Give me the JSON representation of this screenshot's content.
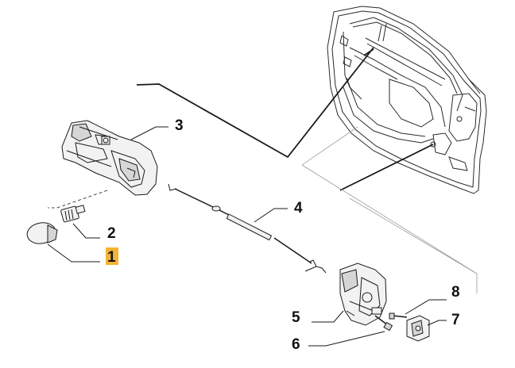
{
  "callouts": [
    {
      "id": "1",
      "label": "1",
      "highlight": true
    },
    {
      "id": "2",
      "label": "2"
    },
    {
      "id": "3",
      "label": "3"
    },
    {
      "id": "4",
      "label": "4"
    },
    {
      "id": "5",
      "label": "5"
    },
    {
      "id": "6",
      "label": "6"
    },
    {
      "id": "7",
      "label": "7"
    },
    {
      "id": "8",
      "label": "8"
    }
  ],
  "colors": {
    "highlight": "#f5b335",
    "line": "#1a1a1a",
    "background": "#ffffff"
  }
}
